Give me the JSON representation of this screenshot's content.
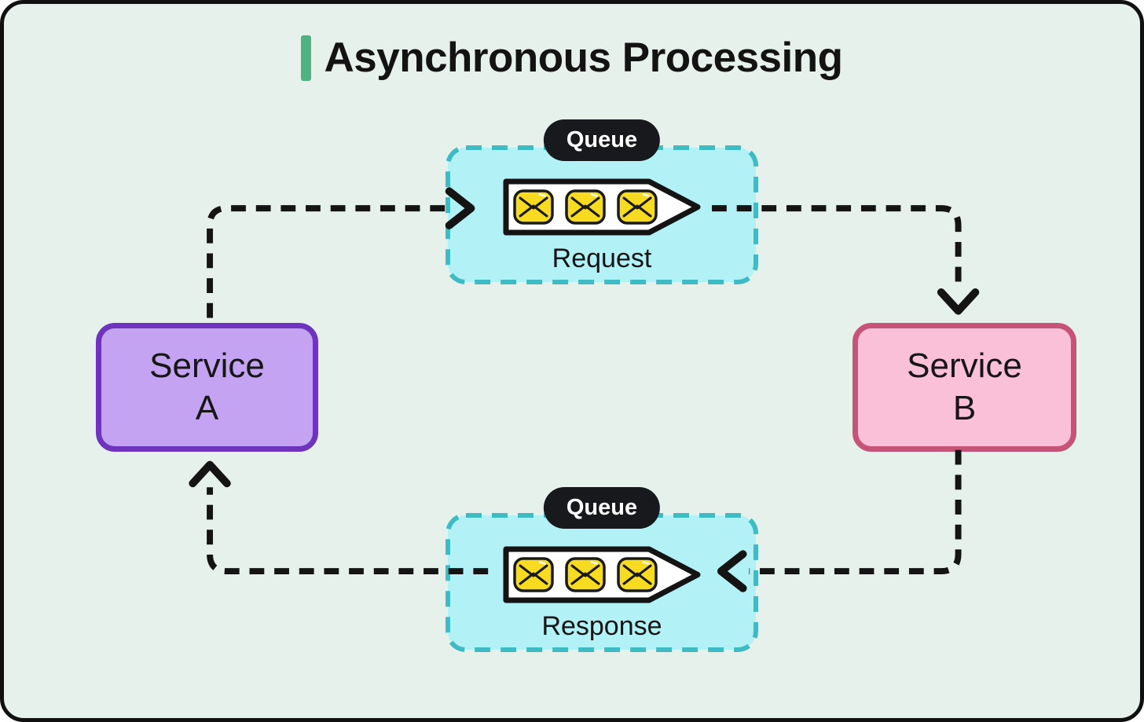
{
  "title": {
    "text": "Asynchronous Processing"
  },
  "services": {
    "a": {
      "name": "Service",
      "id": "A"
    },
    "b": {
      "name": "Service",
      "id": "B"
    }
  },
  "queues": {
    "request": {
      "badge": "Queue",
      "label": "Request",
      "messages": 3
    },
    "response": {
      "badge": "Queue",
      "label": "Response",
      "messages": 3
    }
  },
  "icons": {
    "message": "envelope-icon",
    "queue_shape": "conveyor-arrow-icon",
    "arrowheads": [
      "arrowhead-right-icon",
      "arrowhead-down-icon",
      "arrowhead-left-icon",
      "arrowhead-up-icon"
    ]
  },
  "colors": {
    "canvas_bg": "#E7F1EC",
    "card_border": "#101010",
    "accent_green": "#4DB381",
    "queue_fill": "#B2F1F6",
    "queue_border": "#3FBCC3",
    "service_a_fill": "#C4A4F2",
    "service_a_border": "#6E34BD",
    "service_b_fill": "#FAC0D8",
    "service_b_border": "#C65479",
    "envelope_yellow": "#F7DB21",
    "badge_bg": "#17191D",
    "line_black": "#141414"
  }
}
